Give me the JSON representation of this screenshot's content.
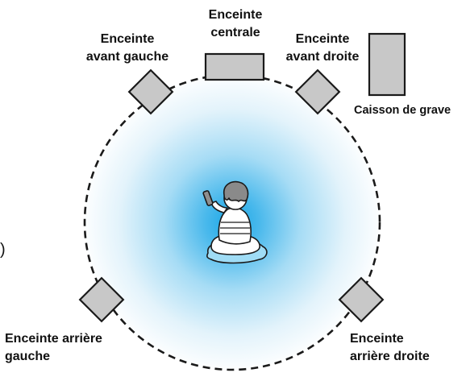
{
  "speakers": {
    "front_center": {
      "line1": "Enceinte",
      "line2": "centrale"
    },
    "front_left": {
      "line1": "Enceinte",
      "line2": "avant gauche"
    },
    "front_right": {
      "line1": "Enceinte",
      "line2": "avant droite"
    },
    "subwoofer": {
      "label": "Caisson de grave"
    },
    "rear_left": {
      "line1": "Enceinte arrière",
      "line2": "gauche"
    },
    "rear_right": {
      "line1": "Enceinte",
      "line2": "arrière droite"
    }
  },
  "edge_fragment": ")",
  "colors": {
    "speaker_fill": "#c8c8c8",
    "outline": "#1a1a1a",
    "glow_center": "#19a6e6",
    "glow_edge": "#ffffff",
    "cushion": "#9fdcf5"
  }
}
